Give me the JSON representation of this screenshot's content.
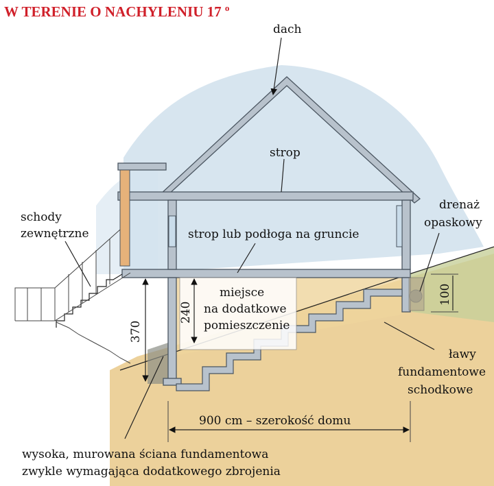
{
  "title": "W TERENIE O NACHYLENIU 17",
  "title_degree": "o",
  "labels": {
    "roof": "dach",
    "ceiling": "strop",
    "floor_line1": "strop lub podłoga na gruncie",
    "stairs_line1": "schody",
    "stairs_line2": "zewnętrzne",
    "drain_line1": "drenaż",
    "drain_line2": "opaskowy",
    "space_line1": "miejsce",
    "space_line2": "na dodatkowe",
    "space_line3": "pomieszczenie",
    "footing_line1": "ławy",
    "footing_line2": "fundamentowe",
    "footing_line3": "schodkowe",
    "wall_line1": "wysoka, murowana ściana fundamentowa",
    "wall_line2": "zwykle wymagająca dodatkowego zbrojenia"
  },
  "dimensions": {
    "height_370": "370",
    "height_240": "240",
    "depth_100": "100",
    "width": "900 cm – szerokość domu"
  },
  "colors": {
    "title": "#d0202a",
    "sky": "#c9dcea",
    "soil": "#e9c98a",
    "grass": "#c7cf9a",
    "wall": "#b8c2cc"
  }
}
